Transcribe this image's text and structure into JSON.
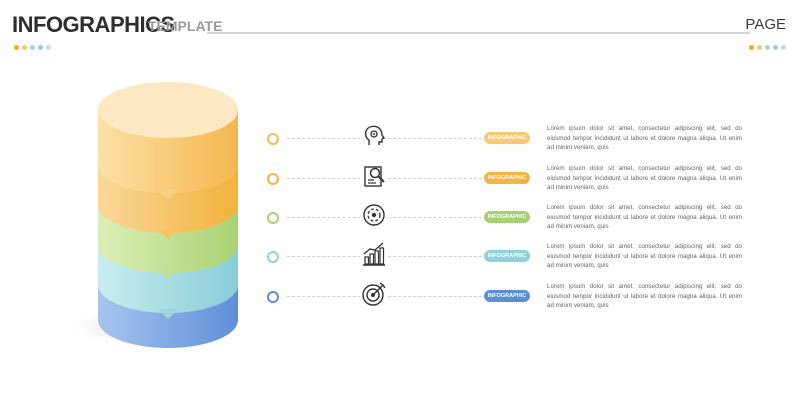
{
  "header": {
    "title": "INFOGRAPHICS",
    "subtitle": "TEMPLATE",
    "page_label": "PAGE",
    "dot_colors": [
      "#f5a623",
      "#f7c873",
      "#a8d5c9",
      "#9ec7e8",
      "#cbd8ee"
    ]
  },
  "steps": [
    {
      "color": "#f5b95f",
      "icon": "head-gear-icon",
      "tag": "INFOGRAPHIC",
      "text": "Lorem ipsum dolor sit amet, consectetur adipiscing elit, sed do eiusmod tempor incididunt ut labore et dolore magna aliqua. Ut enim ad minim veniam, quis"
    },
    {
      "color": "#f0b544",
      "icon": "document-search-icon",
      "tag": "INFOGRAPHIC",
      "text": "Lorem ipsum dolor sit amet, consectetur adipiscing elit, sed do eiusmod tempor incididunt ut labore et dolore magna aliqua. Ut enim ad minim veniam, quis"
    },
    {
      "color": "#a9cf78",
      "icon": "target-circle-icon",
      "tag": "INFOGRAPHIC",
      "text": "Lorem ipsum dolor sit amet, consectetur adipiscing elit, sed do eiusmod tempor incididunt ut labore et dolore magna aliqua. Ut enim ad minim veniam, quis"
    },
    {
      "color": "#8fd1dc",
      "icon": "growth-chart-icon",
      "tag": "INFOGRAPHIC",
      "text": "Lorem ipsum dolor sit amet, consectetur adipiscing elit, sed do eiusmod tempor incididunt ut labore et dolore magna aliqua. Ut enim ad minim veniam, quis"
    },
    {
      "color": "#5c8fd6",
      "icon": "bullseye-arrow-icon",
      "tag": "INFOGRAPHIC",
      "text": "Lorem ipsum dolor sit amet, consectetur adipiscing elit, sed do eiusmod tempor incididunt ut labore et dolore magna aliqua. Ut enim ad minim veniam, quis"
    }
  ],
  "cylinder_colors": {
    "top": "#fde8c4",
    "layers": [
      "#fbd08c",
      "#f8c56a",
      "#c9e59f",
      "#acdde2",
      "#7ea4e0"
    ]
  }
}
